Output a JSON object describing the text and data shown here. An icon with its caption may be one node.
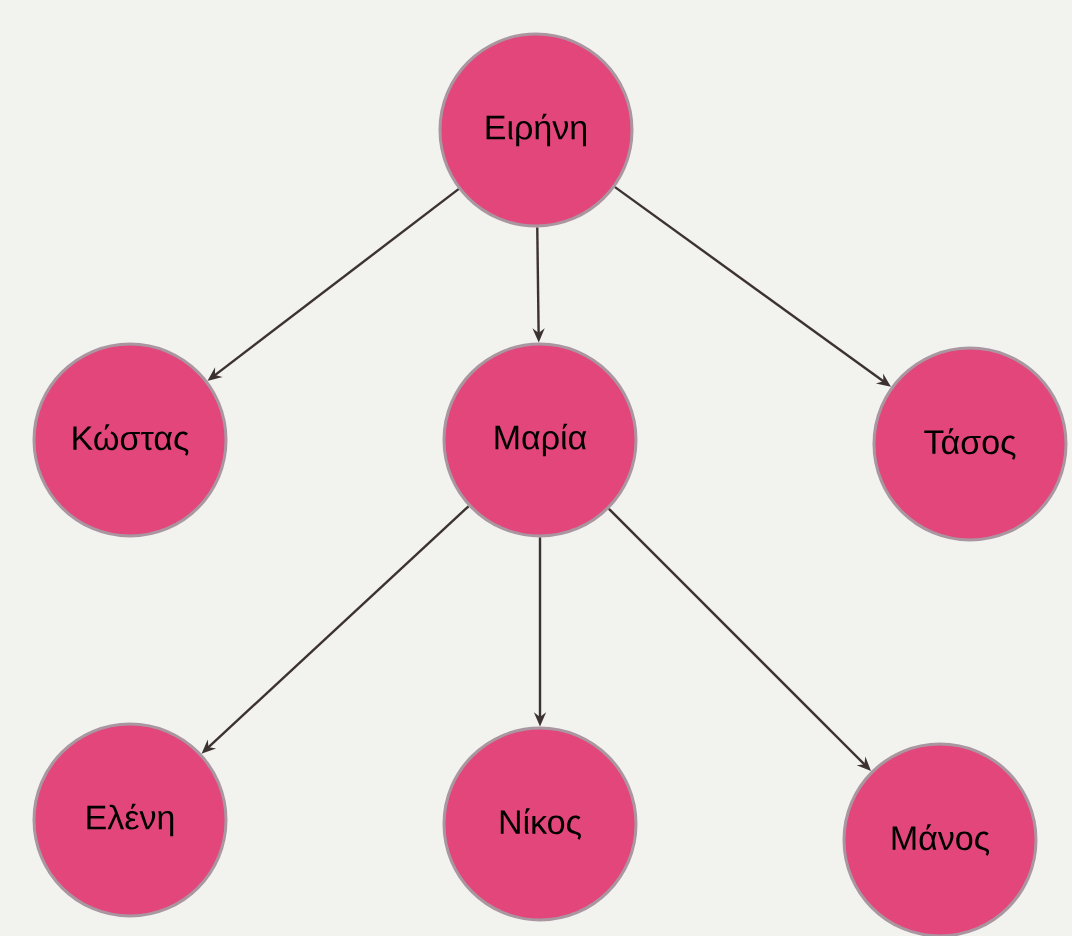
{
  "diagram": {
    "nodes": [
      {
        "text": [
          "Ειρήνη"
        ]
      },
      {
        "text": [
          "Κώστας"
        ]
      },
      {
        "text": [
          "Μαρία"
        ]
      },
      {
        "text": [
          "Τάσος"
        ]
      },
      {
        "text": [
          "Ελένη"
        ]
      },
      {
        "text": [
          "Νίκος"
        ]
      },
      {
        "text": [
          "Μάνος"
        ]
      }
    ],
    "edges": [
      {
        "from": 0,
        "to": 1,
        "arrow": "to"
      },
      {
        "from": 0,
        "to": 2,
        "arrow": "to"
      },
      {
        "from": 0,
        "to": 3,
        "arrow": "to"
      },
      {
        "from": 2,
        "to": 4,
        "arrow": "to"
      },
      {
        "from": 2,
        "to": 5,
        "arrow": "to"
      },
      {
        "from": 2,
        "to": 6,
        "arrow": "to"
      }
    ]
  }
}
